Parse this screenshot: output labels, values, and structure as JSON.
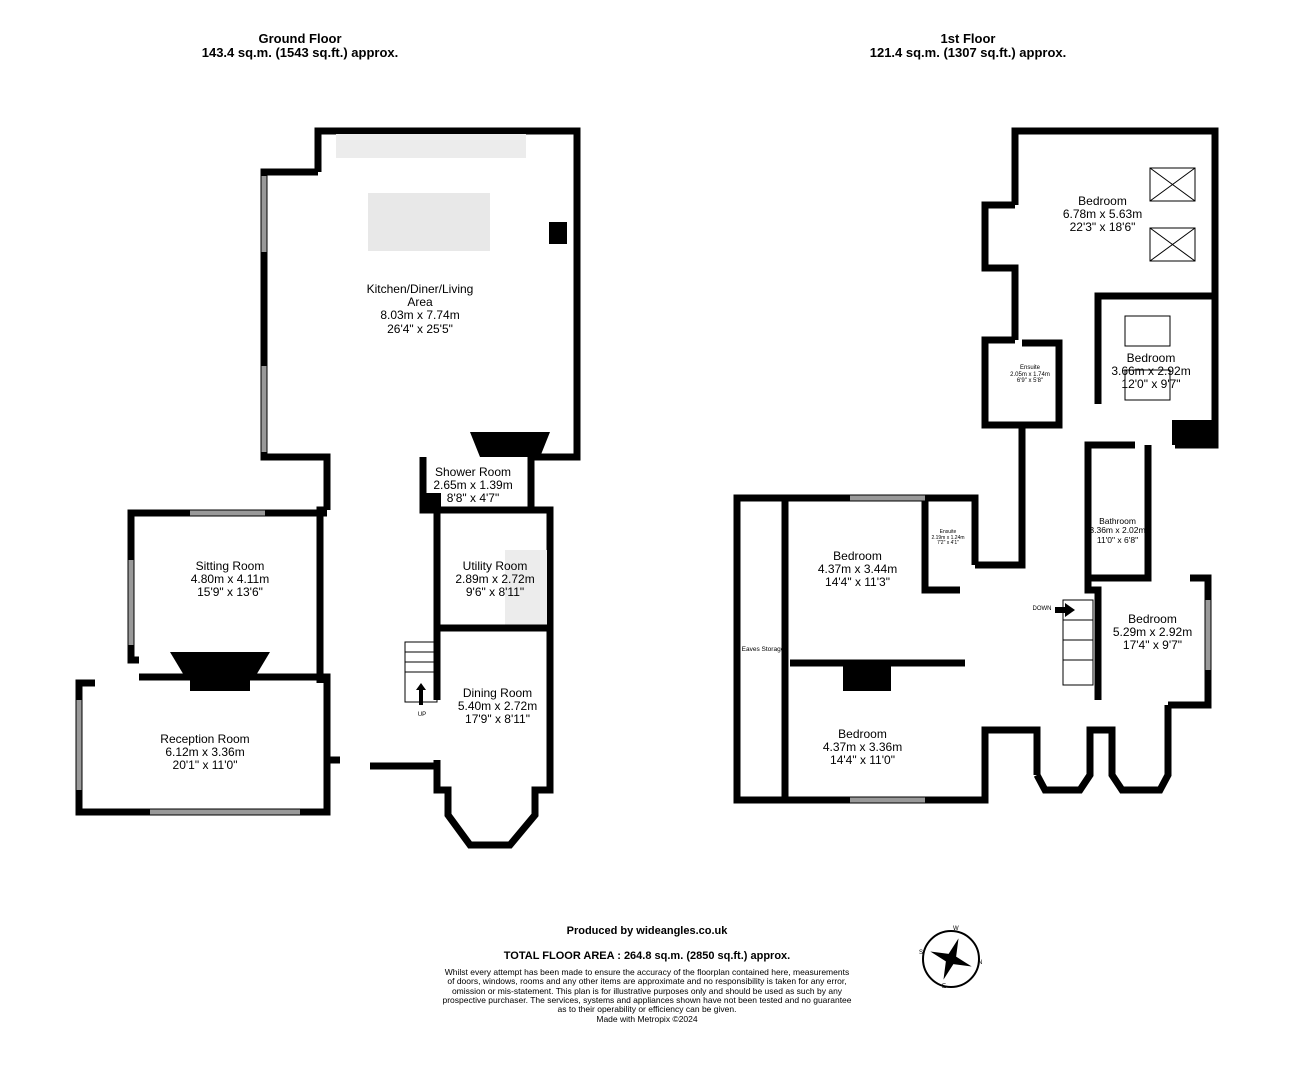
{
  "ground_floor": {
    "title": "Ground Floor",
    "area": "143.4 sq.m. (1543 sq.ft.) approx.",
    "rooms": [
      {
        "name": "Kitchen/Diner/Living Area",
        "line1": "Kitchen/Diner/Living",
        "line2": "Area",
        "metric": "8.03m  x 7.74m",
        "imperial": "26'4\"  x 25'5\""
      },
      {
        "name": "Shower Room",
        "metric": "2.65m  x 1.39m",
        "imperial": "8'8\"  x 4'7\""
      },
      {
        "name": "Sitting Room",
        "metric": "4.80m  x 4.11m",
        "imperial": "15'9\"  x 13'6\""
      },
      {
        "name": "Utility Room",
        "metric": "2.89m  x 2.72m",
        "imperial": "9'6\"  x 8'11\""
      },
      {
        "name": "Dining Room",
        "metric": "5.40m  x 2.72m",
        "imperial": "17'9\"  x 8'11\""
      },
      {
        "name": "Reception Room",
        "metric": "6.12m  x 3.36m",
        "imperial": "20'1\"  x 11'0\""
      }
    ],
    "stairs_label": "UP"
  },
  "first_floor": {
    "title": "1st Floor",
    "area": "121.4 sq.m. (1307 sq.ft.) approx.",
    "rooms": [
      {
        "name": "Bedroom",
        "metric": "6.78m  x 5.63m",
        "imperial": "22'3\"  x 18'6\""
      },
      {
        "name": "Bedroom",
        "metric": "3.66m  x 2.92m",
        "imperial": "12'0\"  x 9'7\""
      },
      {
        "name": "Ensuite",
        "metric": "2.05m  x 1.74m",
        "imperial": "6'9\"  x 5'8\""
      },
      {
        "name": "Bathroom",
        "metric": "3.36m  x 2.02m",
        "imperial": "11'0\"  x 6'8\""
      },
      {
        "name": "Bedroom",
        "metric": "4.37m  x 3.44m",
        "imperial": "14'4\"  x 11'3\""
      },
      {
        "name": "Ensuite",
        "metric": "2.19m  x 1.24m",
        "imperial": "7'2\"  x 4'1\""
      },
      {
        "name": "Bedroom",
        "metric": "5.29m  x 2.92m",
        "imperial": "17'4\"  x 9'7\""
      },
      {
        "name": "Bedroom",
        "metric": "4.37m  x 3.36m",
        "imperial": "14'4\"  x 11'0\""
      }
    ],
    "eaves_label": "Eaves Storage",
    "stairs_label": "DOWN"
  },
  "footer": {
    "produced_by": "Produced by wideangles.co.uk",
    "total_area": "TOTAL FLOOR AREA : 264.8 sq.m. (2850 sq.ft.) approx.",
    "disclaimer": [
      "Whilst every attempt has been made to ensure the accuracy of the floorplan contained here, measurements",
      "of doors, windows, rooms and any other items are approximate and no responsibility is taken for any error,",
      "omission or mis-statement. This plan is for illustrative purposes only and should be used as such by any",
      "prospective purchaser. The services, systems and appliances shown have not been tested and no guarantee",
      "as to their operability or efficiency can be given."
    ],
    "made_with": "Made with Metropix ©2024"
  },
  "compass": {
    "icon": "compass-rose-icon",
    "n": "N",
    "s": "S",
    "e": "E",
    "w": "W"
  }
}
